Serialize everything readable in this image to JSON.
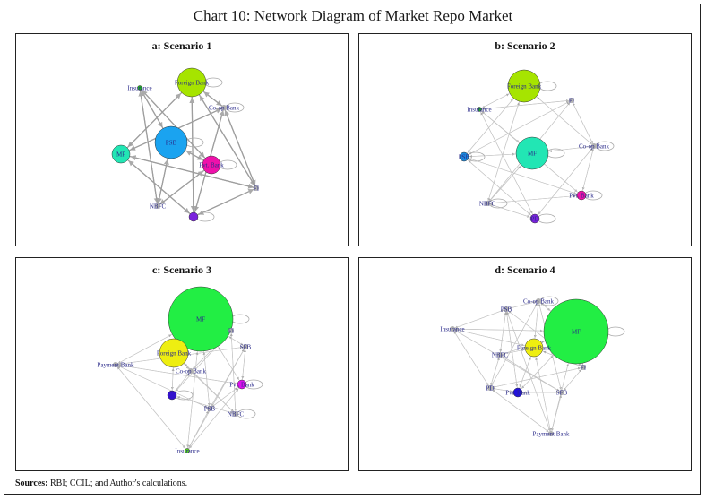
{
  "title": "Chart 10: Network Diagram of Market Repo Market",
  "sources_label": "Sources:",
  "sources_text": " RBI; CCIL; and Author's calculations.",
  "panels": [
    {
      "id": "a",
      "title": "a: Scenario 1",
      "nodes": [
        {
          "id": "Foreign Bank",
          "label": "Foreign Bank",
          "color": "#a6e400",
          "size": "large",
          "self_loop": true
        },
        {
          "id": "Insurance",
          "label": "Insurance",
          "color": "#22aa22",
          "size": "tiny",
          "self_loop": false
        },
        {
          "id": "Co-op Bank",
          "label": "Co-op Bank",
          "color": "#aaaaaa",
          "size": "none",
          "self_loop": true
        },
        {
          "id": "PSB",
          "label": "PSB",
          "color": "#1aa3f0",
          "size": "xlarge",
          "self_loop": true
        },
        {
          "id": "MF",
          "label": "MF",
          "color": "#22e6b4",
          "size": "medium",
          "self_loop": false
        },
        {
          "id": "Pvt Bank",
          "label": "Pvt. Bank",
          "color": "#ee11aa",
          "size": "medium",
          "self_loop": true
        },
        {
          "id": "FI",
          "label": "FI",
          "color": "#aaaaaa",
          "size": "none",
          "self_loop": false
        },
        {
          "id": "NBFC",
          "label": "NBFC",
          "color": "#aaaaaa",
          "size": "none",
          "self_loop": false
        },
        {
          "id": "PD",
          "label": "",
          "color": "#7a22dd",
          "size": "small",
          "self_loop": true
        }
      ]
    },
    {
      "id": "b",
      "title": "b: Scenario 2",
      "nodes": [
        {
          "id": "Foreign Bank",
          "label": "Foreign Bank",
          "color": "#a6e400",
          "size": "xlarge",
          "self_loop": true
        },
        {
          "id": "Insurance",
          "label": "Insurance",
          "color": "#22aa22",
          "size": "tiny",
          "self_loop": false
        },
        {
          "id": "FI",
          "label": "FI",
          "color": "#aaaaaa",
          "size": "none",
          "self_loop": false
        },
        {
          "id": "PSB",
          "label": "PSB",
          "color": "#1a88dd",
          "size": "small",
          "self_loop": true
        },
        {
          "id": "MF",
          "label": "MF",
          "color": "#22e6b4",
          "size": "xlarge",
          "self_loop": true
        },
        {
          "id": "Co-op Bank",
          "label": "Co-op Bank",
          "color": "#aaaaaa",
          "size": "none",
          "self_loop": true
        },
        {
          "id": "Pvt Bank",
          "label": "Pvt. Bank",
          "color": "#ee11aa",
          "size": "small",
          "self_loop": true
        },
        {
          "id": "NBFC",
          "label": "NBFC",
          "color": "#aaaaaa",
          "size": "none",
          "self_loop": true
        },
        {
          "id": "PD",
          "label": "PD",
          "color": "#7a22dd",
          "size": "small",
          "self_loop": true
        }
      ]
    },
    {
      "id": "c",
      "title": "c: Scenario 3",
      "nodes": [
        {
          "id": "MF",
          "label": "MF",
          "color": "#22ee44",
          "size": "xxlarge",
          "self_loop": true
        },
        {
          "id": "FI",
          "label": "FI",
          "color": "#aaaaaa",
          "size": "none",
          "self_loop": false
        },
        {
          "id": "SFB",
          "label": "SFB",
          "color": "#aaaaaa",
          "size": "none",
          "self_loop": false
        },
        {
          "id": "Foreign Bank",
          "label": "Foreign Bank",
          "color": "#eeee11",
          "size": "large",
          "self_loop": false
        },
        {
          "id": "Payment Bank",
          "label": "Payment Bank",
          "color": "#aaaaaa",
          "size": "none",
          "self_loop": false
        },
        {
          "id": "Co-op Bank",
          "label": "Co-op Bank",
          "color": "#aaaaaa",
          "size": "none",
          "self_loop": false
        },
        {
          "id": "Pvt Bank",
          "label": "Pvt. Bank",
          "color": "#dd11ee",
          "size": "small",
          "self_loop": true
        },
        {
          "id": "PD",
          "label": "",
          "color": "#3311cc",
          "size": "small",
          "self_loop": true
        },
        {
          "id": "PSB",
          "label": "PSB",
          "color": "#aaaaaa",
          "size": "none",
          "self_loop": false
        },
        {
          "id": "NBFC",
          "label": "NBFC",
          "color": "#aaaaaa",
          "size": "none",
          "self_loop": true
        },
        {
          "id": "Insurance",
          "label": "Insurance",
          "color": "#55cc22",
          "size": "tiny",
          "self_loop": false
        }
      ]
    },
    {
      "id": "d",
      "title": "d: Scenario 4",
      "nodes": [
        {
          "id": "Co-op Bank",
          "label": "Co-op Bank",
          "color": "#aaaaaa",
          "size": "none",
          "self_loop": true
        },
        {
          "id": "PSB",
          "label": "PSB",
          "color": "#aaaaaa",
          "size": "none",
          "self_loop": false
        },
        {
          "id": "Insurance",
          "label": "Insurance",
          "color": "#aaaaaa",
          "size": "none",
          "self_loop": false
        },
        {
          "id": "MF",
          "label": "MF",
          "color": "#22ee44",
          "size": "xxlarge",
          "self_loop": true
        },
        {
          "id": "NBFC",
          "label": "NBFC",
          "color": "#aaaaaa",
          "size": "none",
          "self_loop": false
        },
        {
          "id": "Foreign Bank",
          "label": "Foreign Bank",
          "color": "#eeee11",
          "size": "medium",
          "self_loop": false
        },
        {
          "id": "FI",
          "label": "FI",
          "color": "#aaaaaa",
          "size": "none",
          "self_loop": false
        },
        {
          "id": "PD",
          "label": "PD",
          "color": "#aaaaaa",
          "size": "none",
          "self_loop": false
        },
        {
          "id": "Pvt Bank",
          "label": "Pvt. Bank",
          "color": "#2211dd",
          "size": "small",
          "self_loop": false
        },
        {
          "id": "SFB",
          "label": "SFB",
          "color": "#aaaaaa",
          "size": "none",
          "self_loop": false
        },
        {
          "id": "Payment Bank",
          "label": "Payment Bank",
          "color": "#aaaaaa",
          "size": "none",
          "self_loop": false
        }
      ]
    }
  ]
}
